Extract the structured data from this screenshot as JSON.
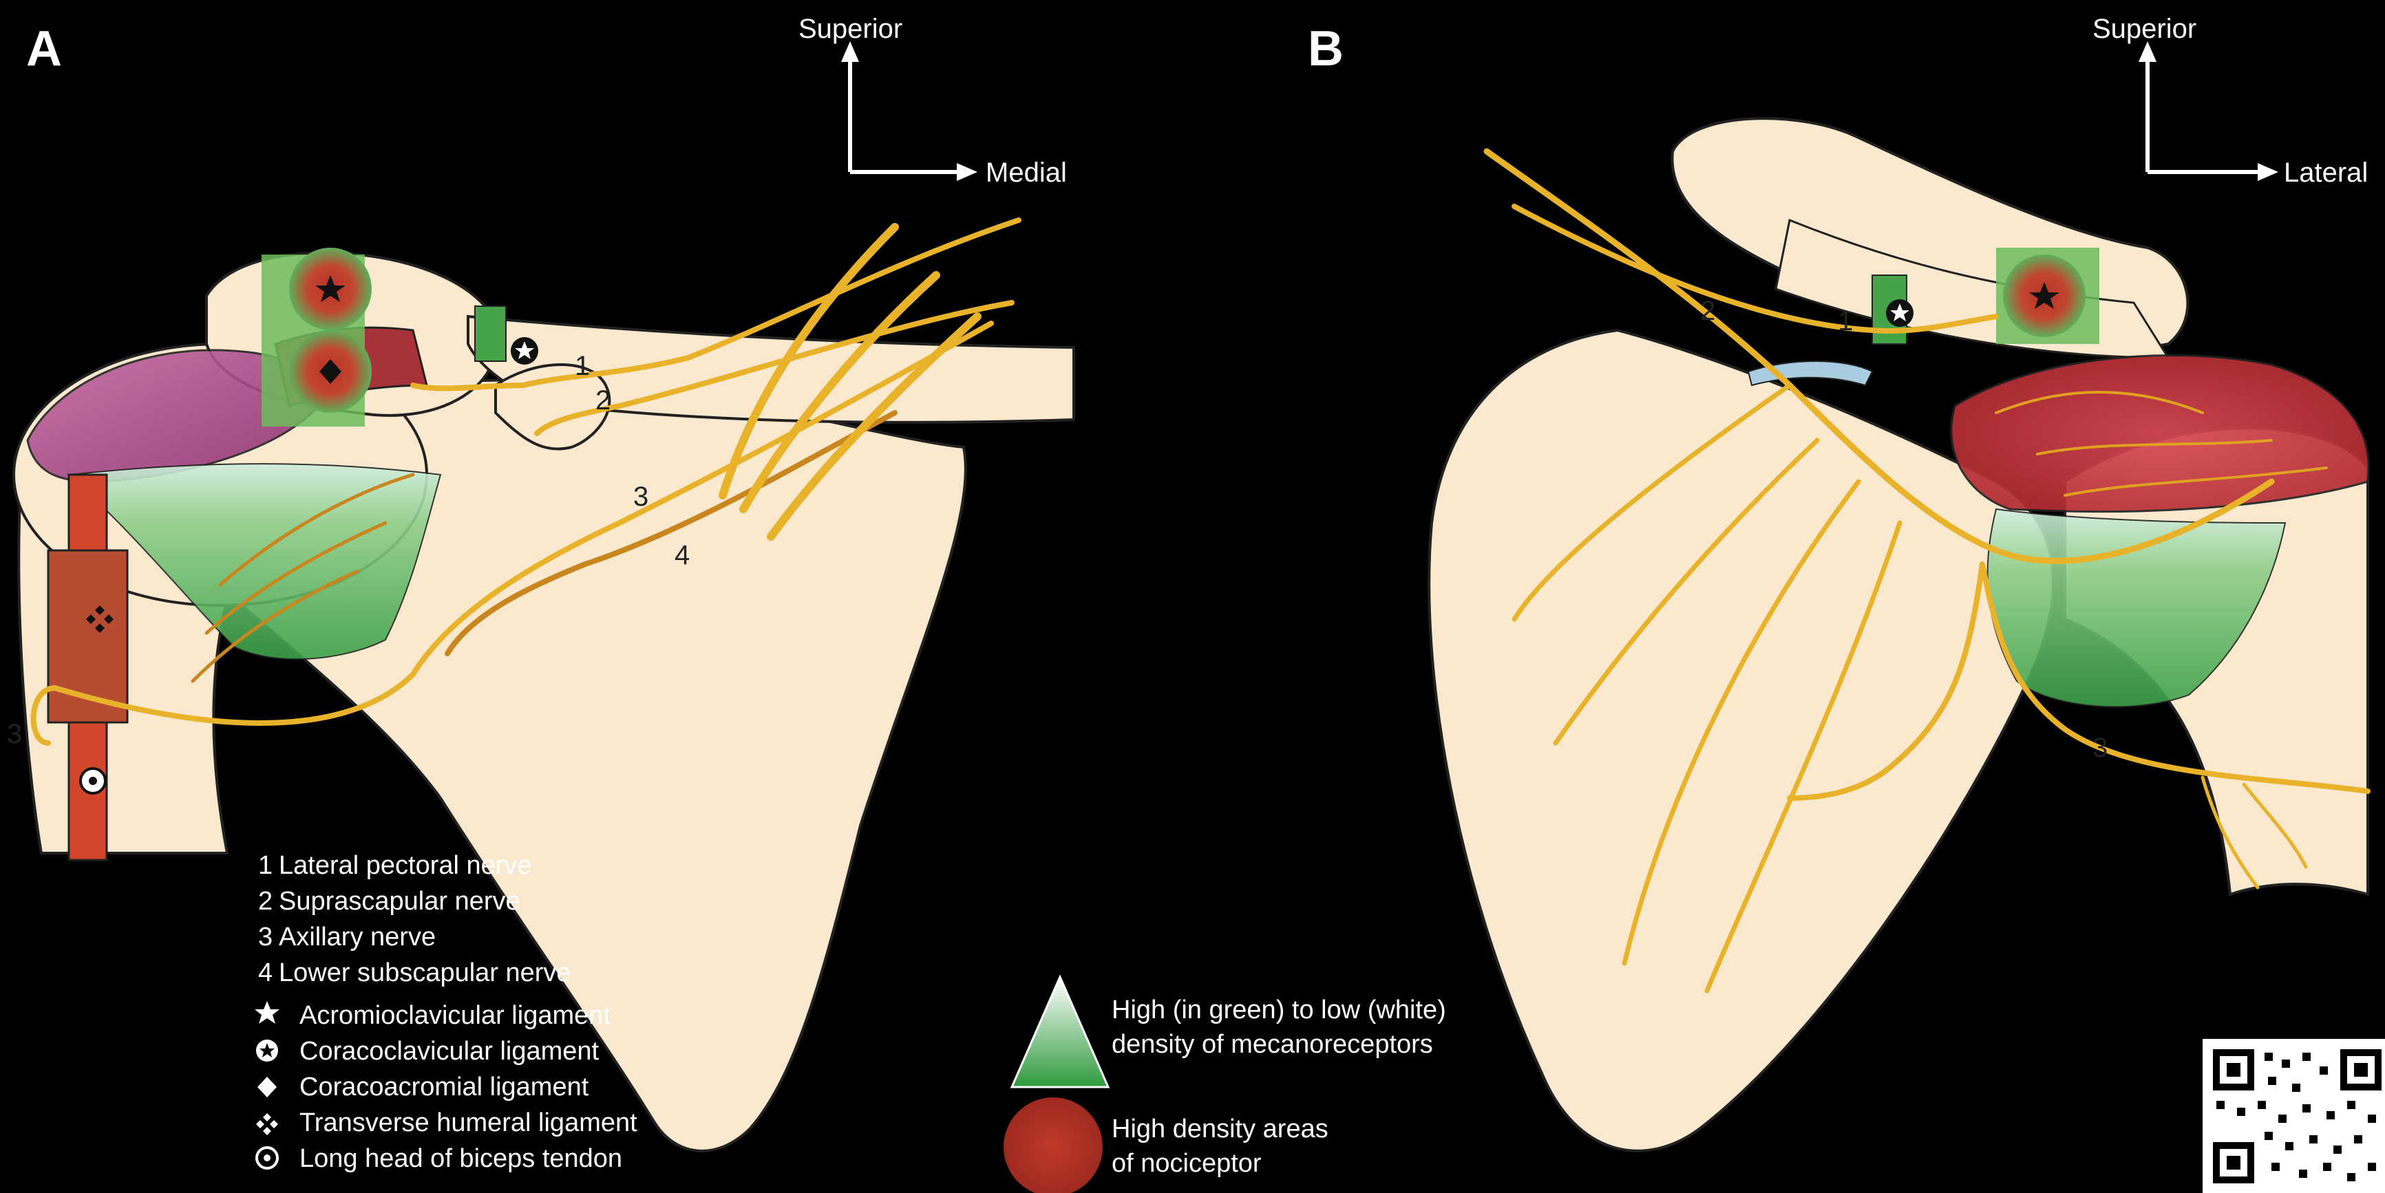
{
  "panels": {
    "a": {
      "letter": "A"
    },
    "b": {
      "letter": "B"
    }
  },
  "orientation": {
    "a": {
      "up": "Superior",
      "side": "Medial"
    },
    "b": {
      "up": "Superior",
      "side": "Lateral"
    }
  },
  "nerve_numbers": {
    "a": {
      "n1": "1",
      "n2": "2",
      "n3": "3",
      "n4": "4",
      "n3_left": "3"
    },
    "b": {
      "n1": "1",
      "n2": "2",
      "n3": "3"
    }
  },
  "legend": {
    "items": [
      {
        "key": "1",
        "label": "Lateral pectoral nerve"
      },
      {
        "key": "2",
        "label": "Suprascapular nerve"
      },
      {
        "key": "3",
        "label": "Axillary nerve"
      },
      {
        "key": "4",
        "label": "Lower subscapular nerve"
      },
      {
        "key": "star-icon",
        "label": "Acromioclavicular ligament"
      },
      {
        "key": "star-circle-icon",
        "label": "Coracoclavicular ligament"
      },
      {
        "key": "diamond-icon",
        "label": "Coracoacromial ligament"
      },
      {
        "key": "four-diamond-icon",
        "label": "Transverse humeral ligament"
      },
      {
        "key": "dot-circle-icon",
        "label": "Long head of biceps tendon"
      }
    ],
    "mechanoreceptor_line1": "High (in green) to low (white)",
    "mechanoreceptor_line2": "density of mecanoreceptors",
    "nociceptor_line1": "High density areas",
    "nociceptor_line2": "of nociceptor"
  },
  "colors": {
    "bone": "#fbe9cf",
    "outline": "#222222",
    "nerve": "#e8b32a",
    "nerve_dark": "#c9861e",
    "mechanoreceptor_green": "#2e9a3c",
    "nociceptor_red": "#b8322a",
    "muscle_purple": "#b04a8e",
    "tendon_red": "#b83a2a",
    "background": "#000000"
  }
}
